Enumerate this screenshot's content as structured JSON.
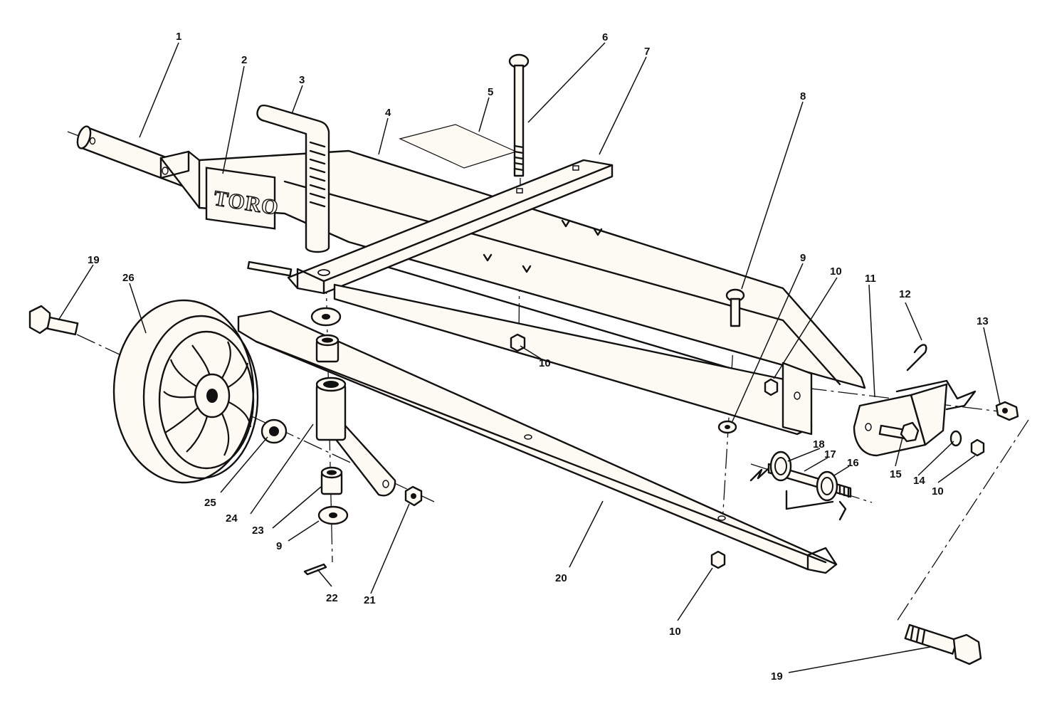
{
  "diagram": {
    "brand_logo": "TORO",
    "callouts": [
      {
        "id": "c1",
        "label": "1"
      },
      {
        "id": "c2",
        "label": "2"
      },
      {
        "id": "c3",
        "label": "3"
      },
      {
        "id": "c4",
        "label": "4"
      },
      {
        "id": "c5",
        "label": "5"
      },
      {
        "id": "c6",
        "label": "6"
      },
      {
        "id": "c7",
        "label": "7"
      },
      {
        "id": "c8",
        "label": "8"
      },
      {
        "id": "c9a",
        "label": "9"
      },
      {
        "id": "c10a",
        "label": "10"
      },
      {
        "id": "c11",
        "label": "11"
      },
      {
        "id": "c12",
        "label": "12"
      },
      {
        "id": "c13",
        "label": "13"
      },
      {
        "id": "c19a",
        "label": "19"
      },
      {
        "id": "c26",
        "label": "26"
      },
      {
        "id": "c10b",
        "label": "10"
      },
      {
        "id": "c18",
        "label": "18"
      },
      {
        "id": "c17",
        "label": "17"
      },
      {
        "id": "c16",
        "label": "16"
      },
      {
        "id": "c15",
        "label": "15"
      },
      {
        "id": "c14",
        "label": "14"
      },
      {
        "id": "c10c",
        "label": "10"
      },
      {
        "id": "c25",
        "label": "25"
      },
      {
        "id": "c24",
        "label": "24"
      },
      {
        "id": "c23",
        "label": "23"
      },
      {
        "id": "c9b",
        "label": "9"
      },
      {
        "id": "c22",
        "label": "22"
      },
      {
        "id": "c21",
        "label": "21"
      },
      {
        "id": "c20",
        "label": "20"
      },
      {
        "id": "c10d",
        "label": "10"
      },
      {
        "id": "c19b",
        "label": "19"
      }
    ]
  }
}
